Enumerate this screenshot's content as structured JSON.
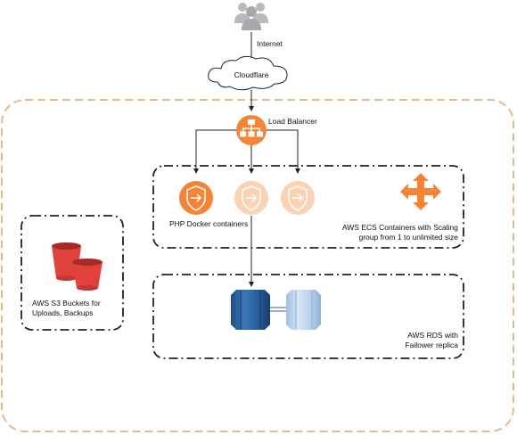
{
  "labels": {
    "internet": "Internet",
    "cloudflare": "Cloudflare",
    "load_balancer": "Load Balancer",
    "php_containers": "PHP Docker containers",
    "ecs_line1": "AWS ECS Containers with Scaling",
    "ecs_line2": "group from 1 to unlimited size",
    "s3_line1": "AWS S3 Buckets for",
    "s3_line2": "Uploads, Backups",
    "rds_line1": "AWS RDS with",
    "rds_line2": "Failower replica"
  },
  "colors": {
    "outer_border": "#e8b98a",
    "group_border": "#222222",
    "aws_orange": "#f58536",
    "aws_orange_light": "#fbd3b4",
    "s3_red": "#e0413a",
    "rds_dark_blue": "#2a5d9a",
    "rds_light_blue": "#b9d1ec",
    "users_gray": "#b7b9bc"
  },
  "icons": {
    "users": "users-icon",
    "cloud": "cloud-icon",
    "load_balancer": "load-balancer-icon",
    "container": "shield-container-icon",
    "ecs": "ecs-arrows-icon",
    "s3": "s3-bucket-icon",
    "rds": "rds-database-icon"
  }
}
